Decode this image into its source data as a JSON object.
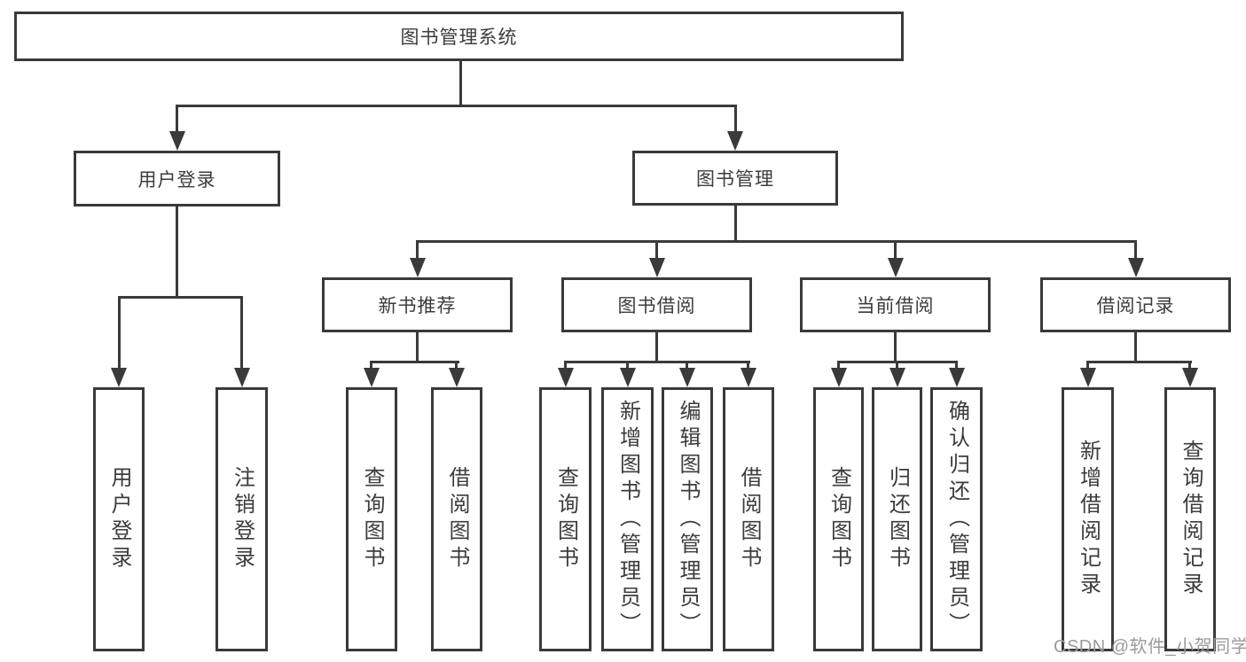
{
  "diagram_type": "hierarchy-tree",
  "tree": {
    "label": "图书管理系统",
    "children": [
      {
        "label": "用户登录",
        "children": [
          {
            "label": "用户登录"
          },
          {
            "label": "注销登录"
          }
        ]
      },
      {
        "label": "图书管理",
        "children": [
          {
            "label": "新书推荐",
            "children": [
              {
                "label": "查询图书"
              },
              {
                "label": "借阅图书"
              }
            ]
          },
          {
            "label": "图书借阅",
            "children": [
              {
                "label": "查询图书"
              },
              {
                "label": "新增图书（管理员）"
              },
              {
                "label": "编辑图书（管理员）"
              },
              {
                "label": "借阅图书"
              }
            ]
          },
          {
            "label": "当前借阅",
            "children": [
              {
                "label": "查询图书"
              },
              {
                "label": "归还图书"
              },
              {
                "label": "确认归还（管理员）"
              }
            ]
          },
          {
            "label": "借阅记录",
            "children": [
              {
                "label": "新增借阅记录"
              },
              {
                "label": "查询借阅记录"
              }
            ]
          }
        ]
      }
    ]
  },
  "watermark": {
    "text": "CSDN @软件_小贺同学"
  },
  "colors": {
    "line": "#3a3a3a",
    "text": "#3c3c3c",
    "watermark": "#9b9b9b",
    "background": "#ffffff"
  }
}
